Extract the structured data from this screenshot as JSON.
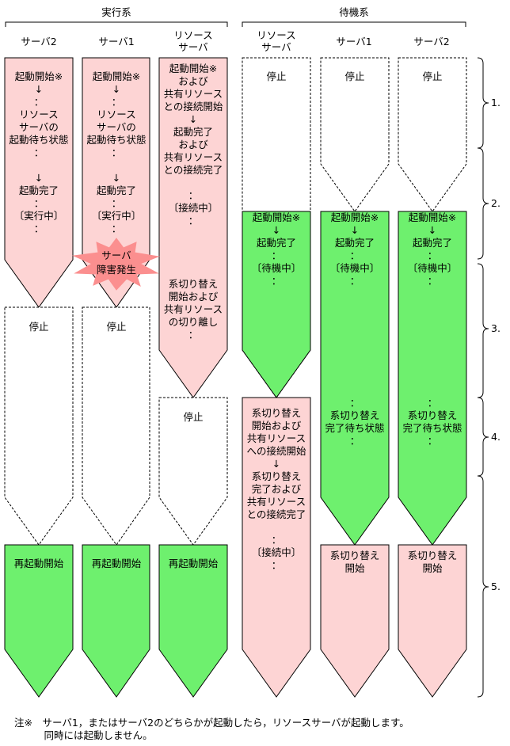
{
  "groups": {
    "active": "実行系",
    "standby": "待機系"
  },
  "columns": {
    "active_server2": "サーバ2",
    "active_server1": "サーバ1",
    "active_resource": [
      "リソース",
      "サーバ"
    ],
    "standby_resource": [
      "リソース",
      "サーバ"
    ],
    "standby_server1": "サーバ1",
    "standby_server2": "サーバ2"
  },
  "phases": [
    "1.",
    "2.",
    "3.",
    "4.",
    "5."
  ],
  "colors": {
    "pink": "#fdd4d4",
    "green": "#6ef06e",
    "burst": "#fb8f8f",
    "stroke": "#000000"
  },
  "cells": {
    "c1_p1": [
      "起動開始※",
      "↓",
      "：",
      "リソース",
      "サーバの",
      "起動待ち状態",
      "：",
      "",
      "↓",
      "起動完了",
      "：",
      "〔実行中〕",
      "："
    ],
    "c1_p3": [
      "停止"
    ],
    "c1_p5": [
      "再起動開始"
    ],
    "c2_p1": [
      "起動開始※",
      "↓",
      "：",
      "リソース",
      "サーバの",
      "起動待ち状態",
      "：",
      "",
      "↓",
      "起動完了",
      "：",
      "〔実行中〕",
      "："
    ],
    "c2_p3": [
      "停止"
    ],
    "c2_p5": [
      "再起動開始"
    ],
    "c3_p1": [
      "起動開始※",
      "および",
      "共有リソース",
      "との接続開始",
      "↓",
      "起動完了",
      "および",
      "共有リソース",
      "との接続完了",
      "",
      "：",
      "〔接続中〕",
      "：",
      "",
      "",
      "",
      "",
      "系切り替え",
      "開始および",
      "共有リソース",
      "の切り離し",
      "："
    ],
    "c3_p4": [
      "停止"
    ],
    "c3_p5": [
      "再起動開始"
    ],
    "c4_p1": [
      "停止"
    ],
    "c4_p2": [
      "起動開始※",
      "↓",
      "起動完了",
      "：",
      "〔待機中〕",
      "："
    ],
    "c4_p4": [
      "系切り替え",
      "開始および",
      "共有リソース",
      "への接続開始",
      "↓",
      "系切り替え",
      "完了および",
      "共有リソース",
      "との接続完了",
      "",
      "：",
      "〔接続中〕",
      "："
    ],
    "c5_p1": [
      "停止"
    ],
    "c5_p2": [
      "起動開始※",
      "↓",
      "起動完了",
      "：",
      "〔待機中〕",
      "："
    ],
    "c5_p4": [
      "：",
      "系切り替え",
      "完了待ち状態",
      "："
    ],
    "c5_p5": [
      "系切り替え",
      "開始"
    ],
    "c6_p1": [
      "停止"
    ],
    "c6_p2": [
      "起動開始※",
      "↓",
      "起動完了",
      "：",
      "〔待機中〕",
      "："
    ],
    "c6_p4": [
      "：",
      "系切り替え",
      "完了待ち状態",
      "："
    ],
    "c6_p5": [
      "系切り替え",
      "開始"
    ]
  },
  "failure_burst": [
    "サーバ",
    "障害発生"
  ],
  "note": {
    "line1": "注※　サーバ1，またはサーバ2のどちらかが起動したら，リソースサーバが起動します。",
    "line2": "　　　同時には起動しません。"
  }
}
